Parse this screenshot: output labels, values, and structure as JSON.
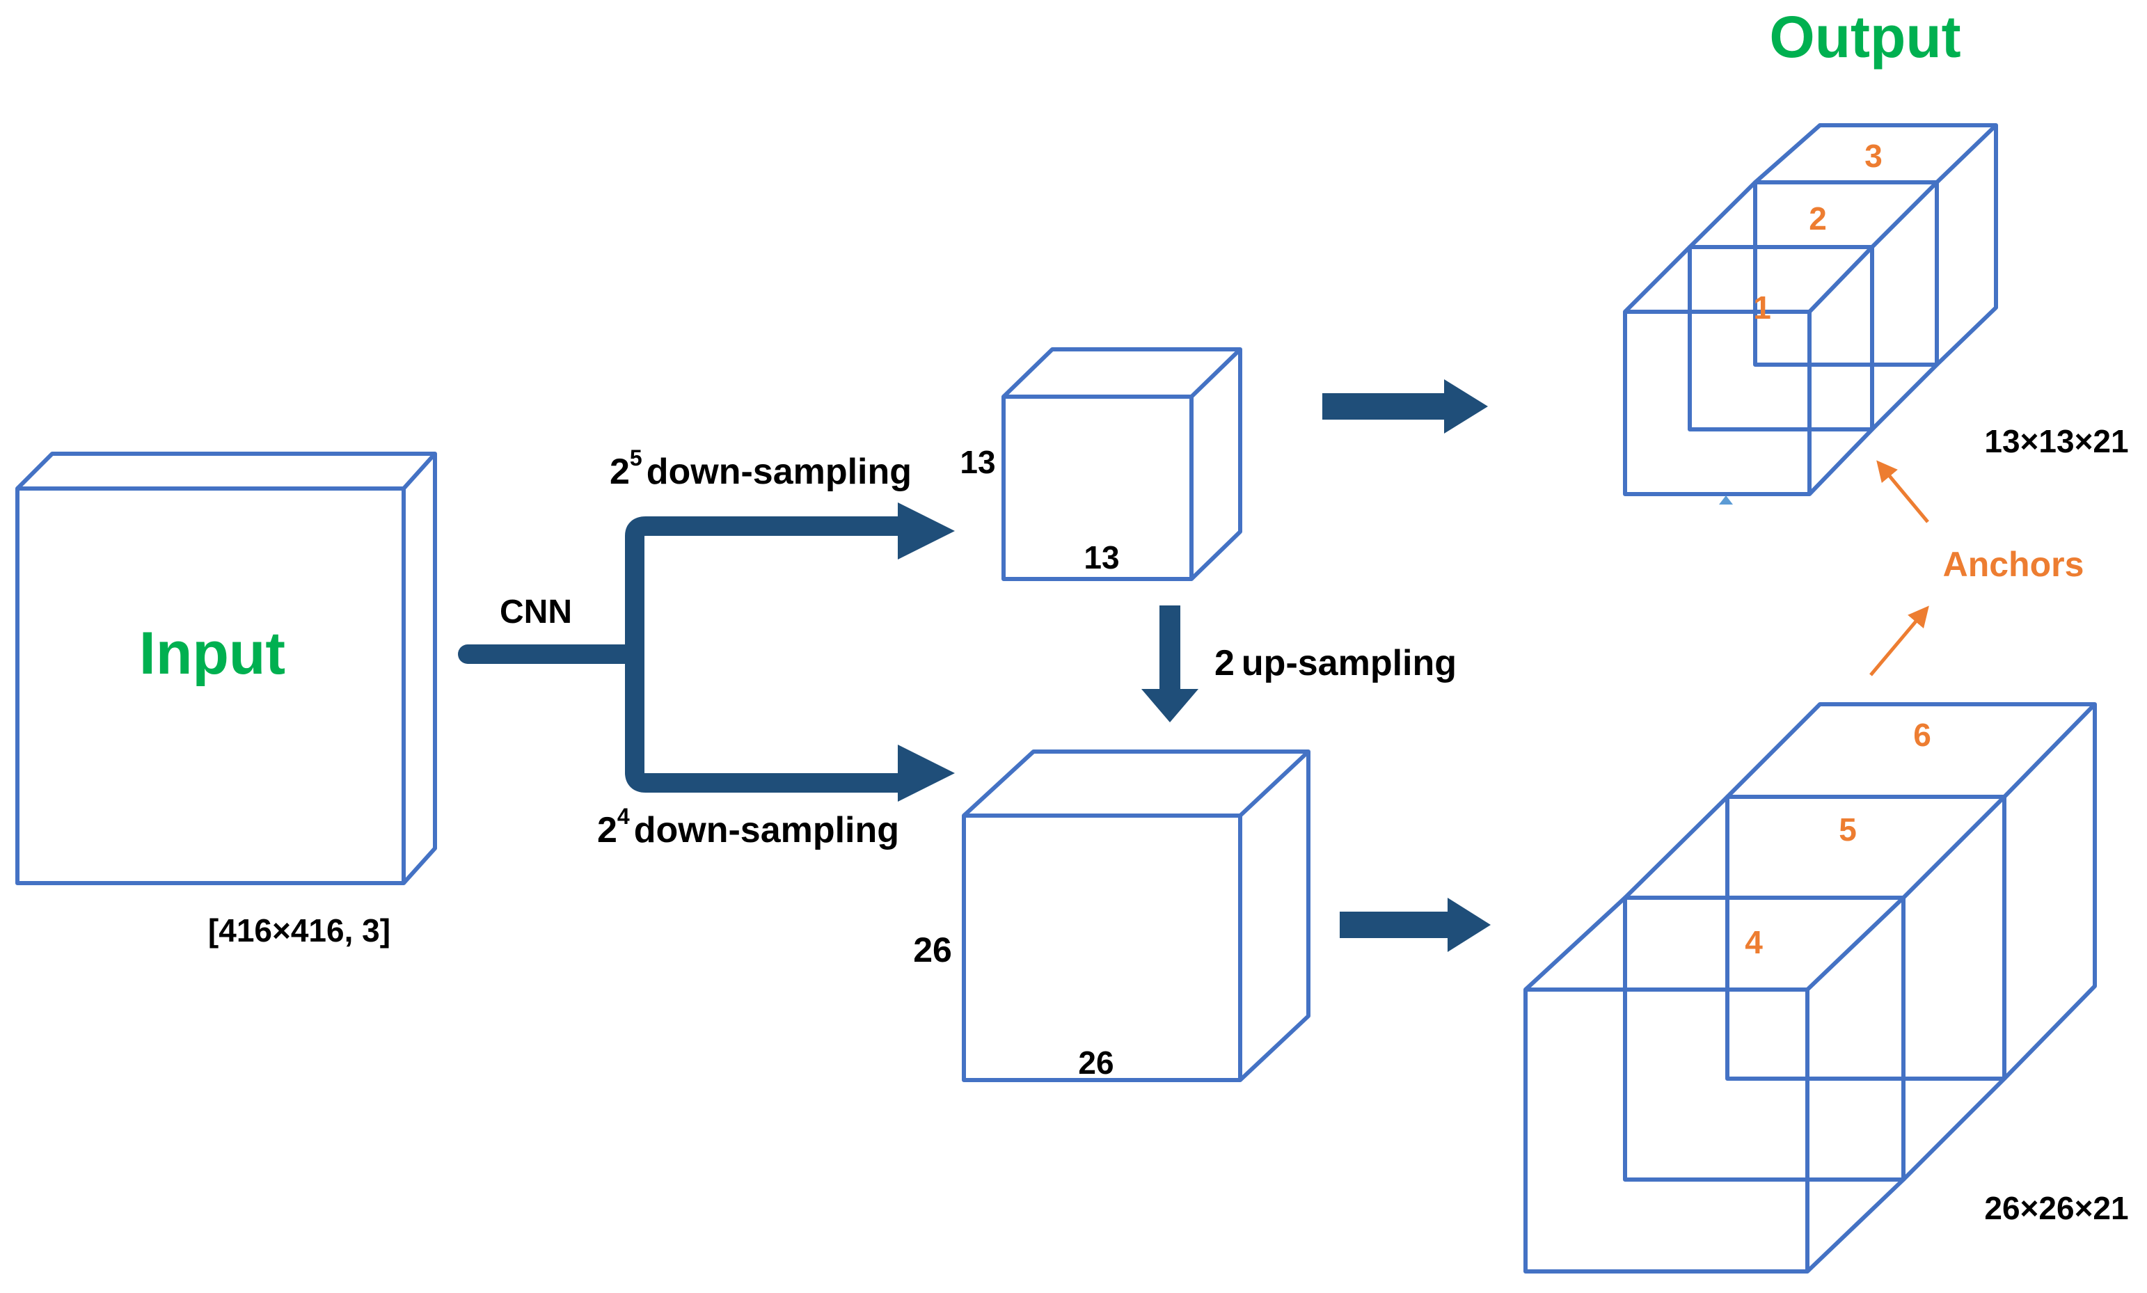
{
  "title": "Output",
  "input": {
    "label": "Input",
    "size": "[416×416, 3]"
  },
  "cnn_label": "CNN",
  "branch_top": {
    "base": "2",
    "exp": "5",
    "text": "down-sampling",
    "dim_left": "13",
    "dim_bottom": "13"
  },
  "branch_bottom": {
    "base": "2",
    "exp": "4",
    "text": "down-sampling",
    "dim_left": "26",
    "dim_bottom": "26"
  },
  "upsample": {
    "factor": "2",
    "text": "up-sampling"
  },
  "output_small": {
    "dims": "13×13×21",
    "anchor_ids": [
      "3",
      "2",
      "1"
    ]
  },
  "output_large": {
    "dims": "26×26×21",
    "anchor_ids": [
      "6",
      "5",
      "4"
    ]
  },
  "anchors_label": "Anchors",
  "colors": {
    "box": "#4472C4",
    "arrow": "#1F4E79",
    "green": "#00B050",
    "orange": "#ED7D31",
    "text": "#000000"
  }
}
